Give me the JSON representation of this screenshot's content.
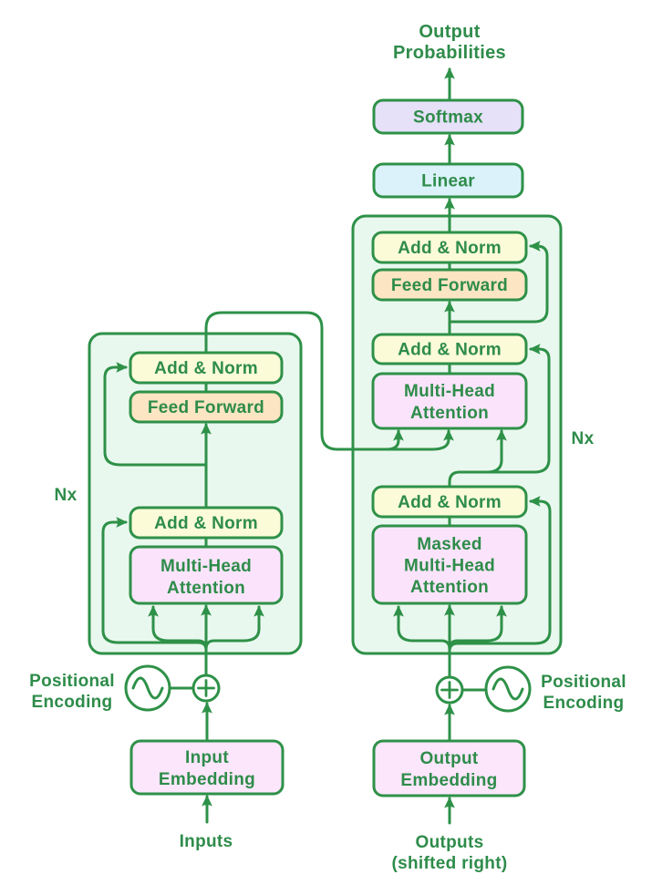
{
  "colors": {
    "stroke": "#2E9148",
    "text": "#2E8C4A",
    "canvas_bg": "#FFFFFF",
    "block_bg": "#E9F8EE",
    "add_norm_fill": "#FBFBD8",
    "feed_forward_fill": "#FBE5C2",
    "attention_fill": "#FBE4FB",
    "embedding_fill": "#FBE6FB",
    "softmax_fill": "#E6E0F9",
    "linear_fill": "#DBF2FB"
  },
  "diagram": {
    "output_label": {
      "line1": "Output",
      "line2": "Probabilities"
    },
    "softmax": {
      "label": "Softmax"
    },
    "linear": {
      "label": "Linear"
    },
    "decoder": {
      "nx": "Nx",
      "add_norm_top": "Add & Norm",
      "feed_forward": "Feed Forward",
      "add_norm_mid": "Add & Norm",
      "attention": {
        "line1": "Multi-Head",
        "line2": "Attention"
      },
      "add_norm_bottom": "Add & Norm",
      "masked_attention": {
        "line1": "Masked",
        "line2": "Multi-Head",
        "line3": "Attention"
      }
    },
    "encoder": {
      "nx": "Nx",
      "add_norm_top": "Add & Norm",
      "feed_forward": "Feed Forward",
      "add_norm_bottom": "Add & Norm",
      "attention": {
        "line1": "Multi-Head",
        "line2": "Attention"
      }
    },
    "positional_left": {
      "line1": "Positional",
      "line2": "Encoding"
    },
    "positional_right": {
      "line1": "Positional",
      "line2": "Encoding"
    },
    "input_embedding": {
      "line1": "Input",
      "line2": "Embedding"
    },
    "output_embedding": {
      "line1": "Output",
      "line2": "Embedding"
    },
    "inputs_label": "Inputs",
    "outputs_label": {
      "line1": "Outputs",
      "line2": "(shifted right)"
    }
  }
}
